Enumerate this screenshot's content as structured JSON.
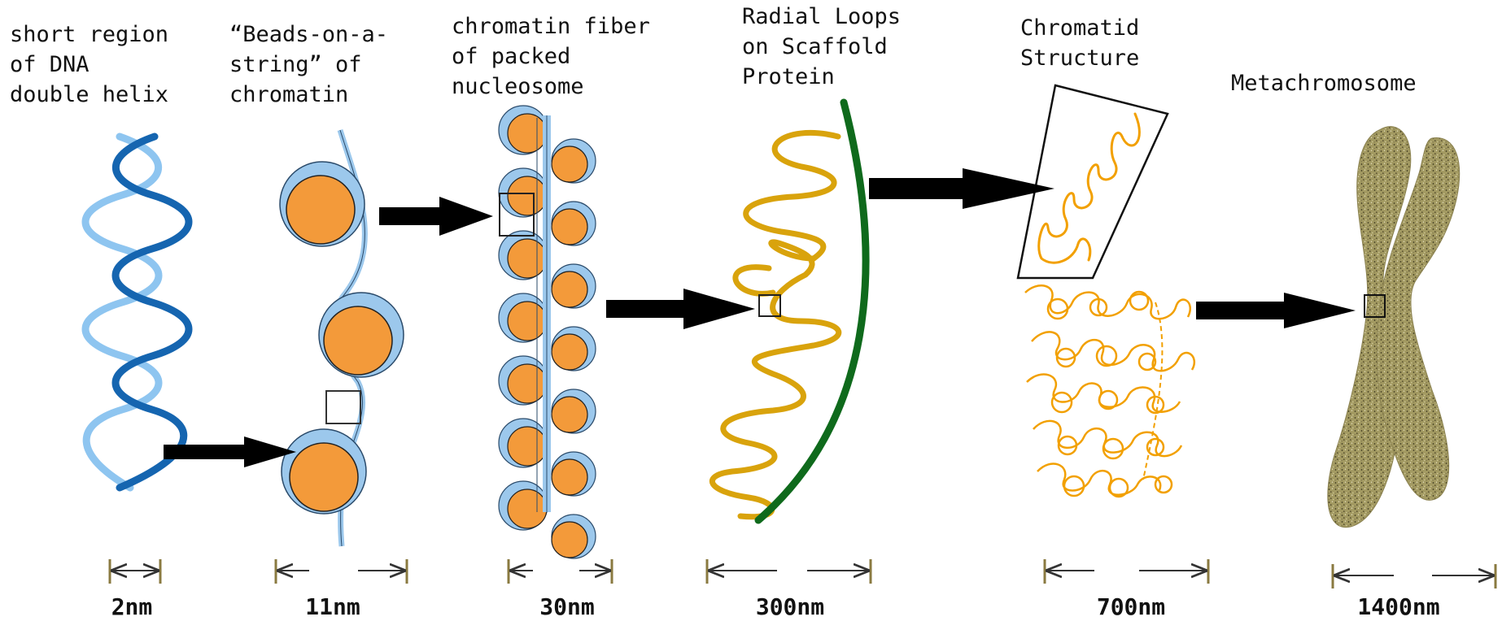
{
  "stages": [
    {
      "lines": [
        "short region",
        "of DNA",
        "double helix"
      ],
      "scale": "2nm"
    },
    {
      "lines": [
        "“Beads-on-a-",
        "string” of",
        "chromatin"
      ],
      "scale": "11nm"
    },
    {
      "lines": [
        "chromatin fiber",
        "of packed",
        "nucleosome"
      ],
      "scale": "30nm"
    },
    {
      "lines": [
        "Radial Loops",
        "on Scaffold",
        "Protein"
      ],
      "scale": "300nm"
    },
    {
      "lines": [
        "Chromatid",
        "Structure"
      ],
      "scale": "700nm"
    },
    {
      "lines": [
        "Metachromosome"
      ],
      "scale": "1400nm"
    }
  ],
  "colors": {
    "helix_dark": "#1565b0",
    "helix_light": "#8ec5f0",
    "nucleosome": "#f39a3a",
    "dna_wrap": "#9cc8ec",
    "loop": "#d9a30c",
    "scaffold": "#0f6a1c",
    "chromatid_loop": "#f2a000",
    "chromosome": "#a39a62",
    "arrow": "#000000"
  }
}
